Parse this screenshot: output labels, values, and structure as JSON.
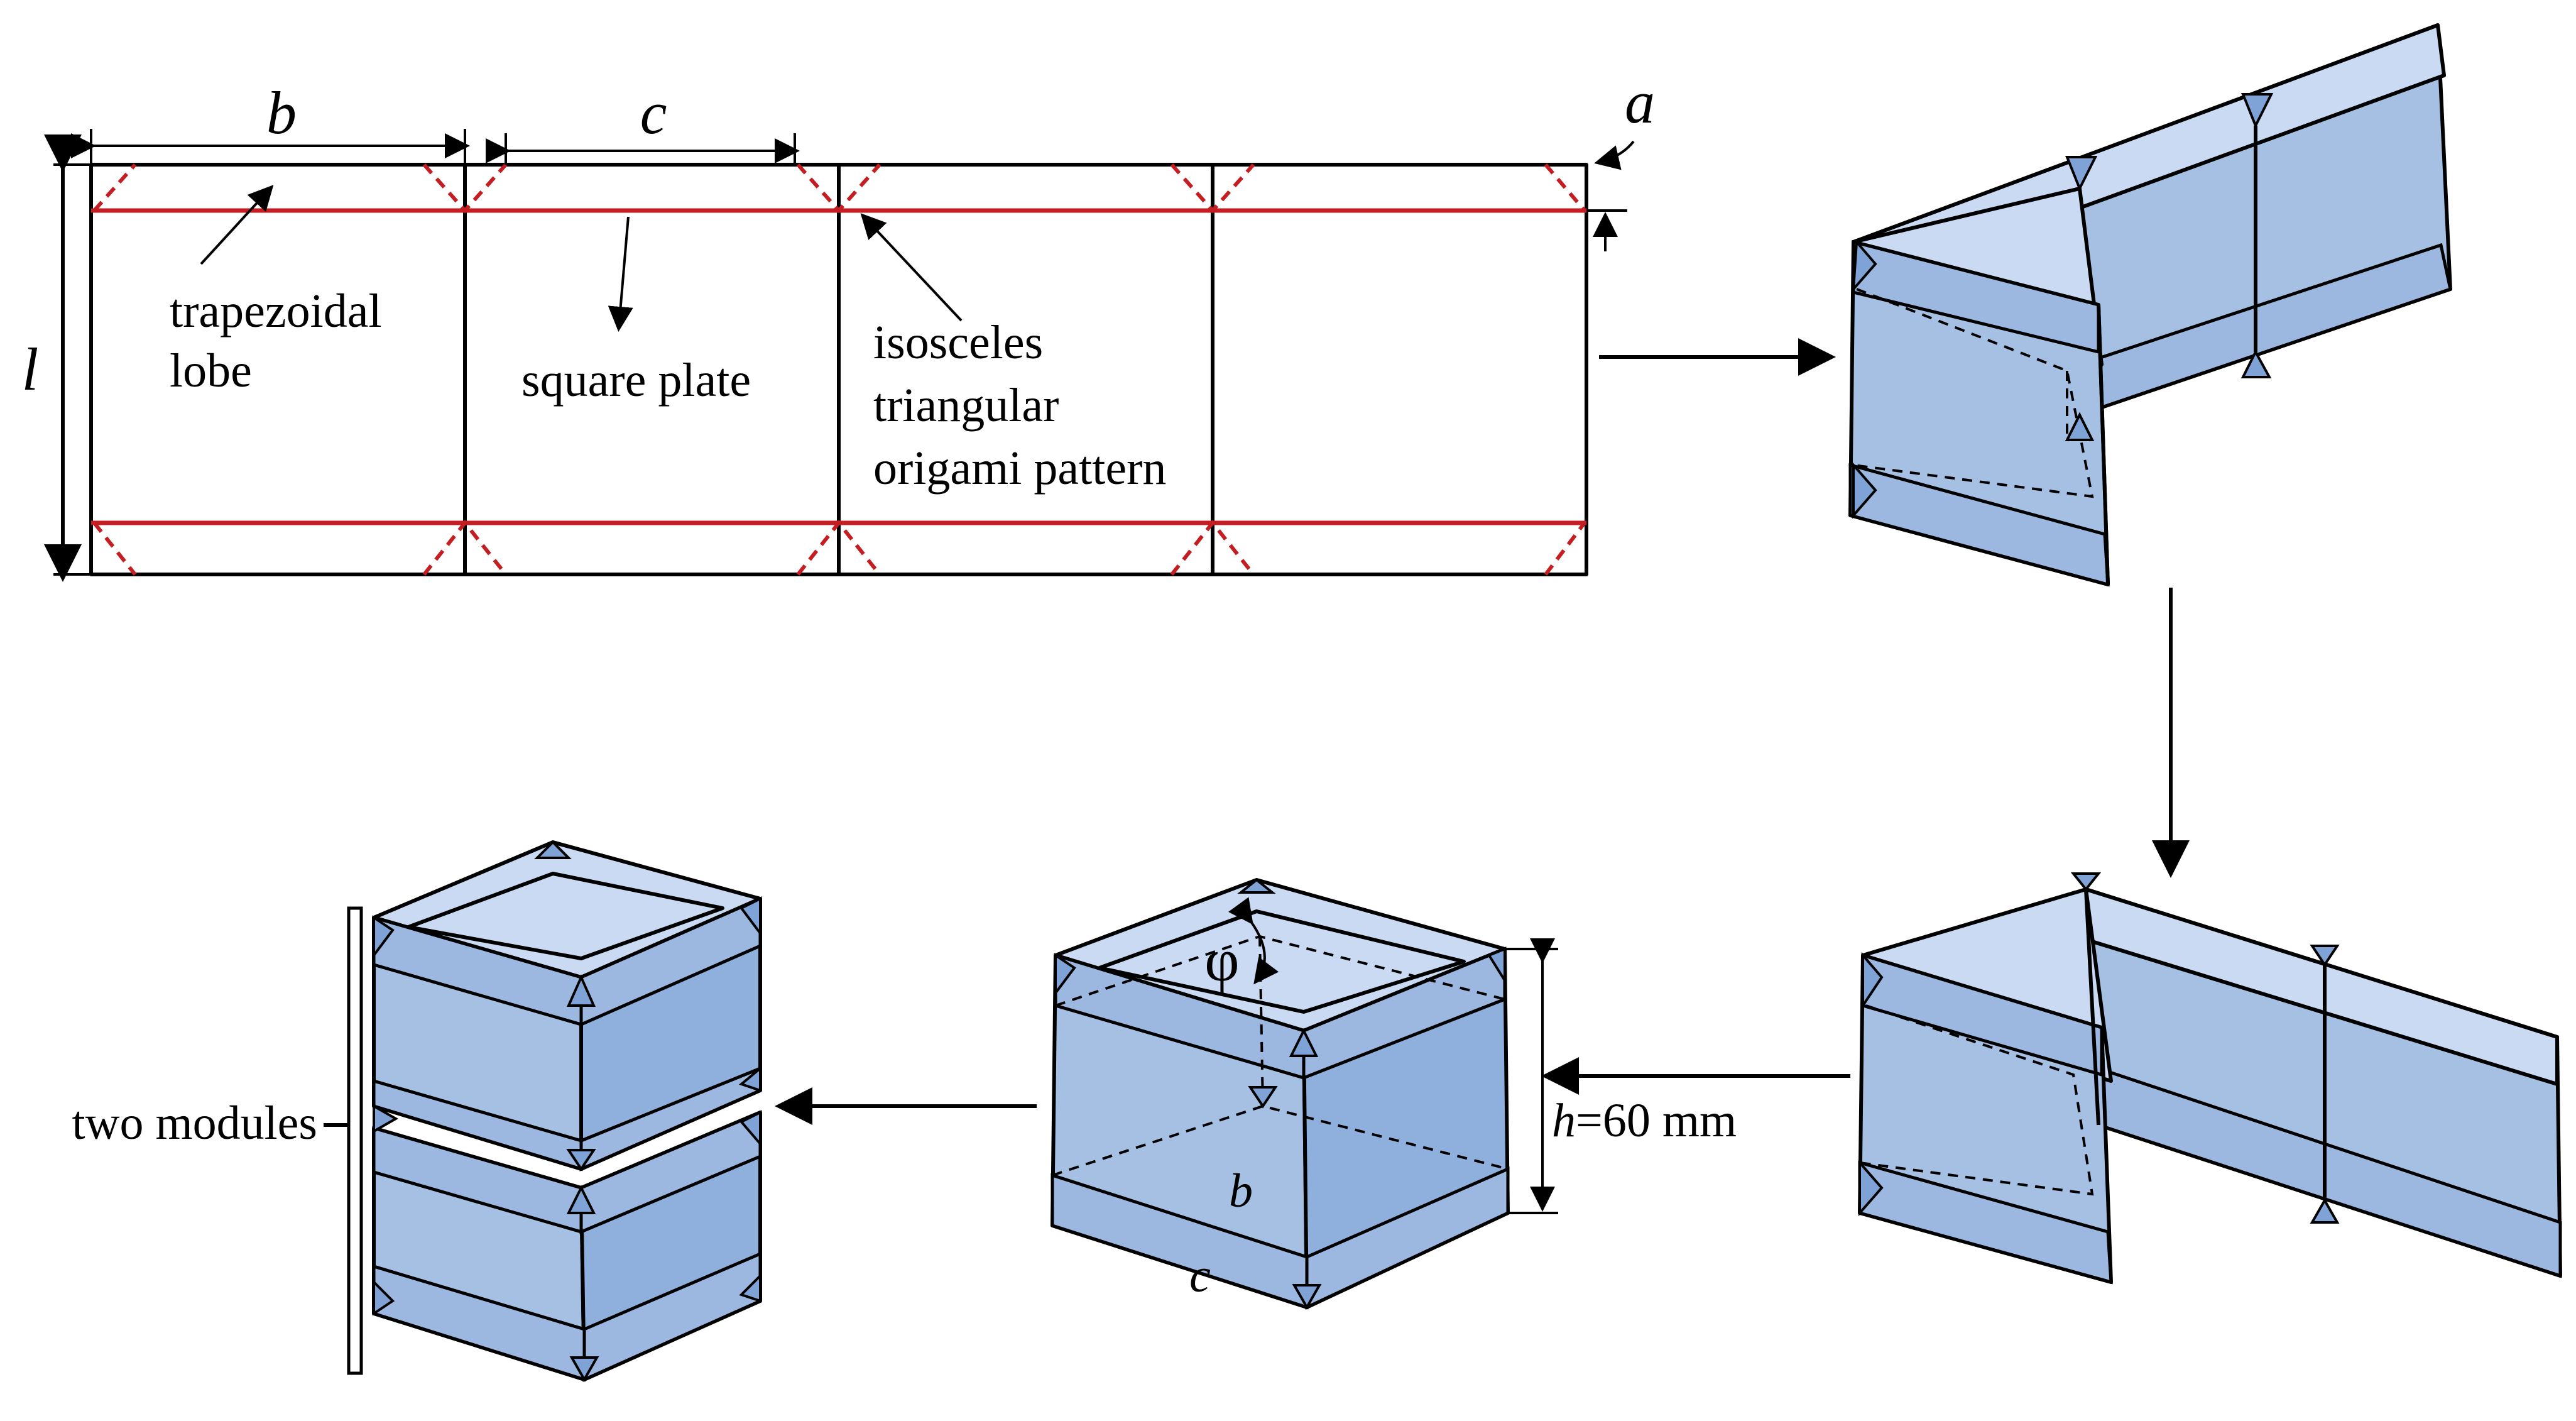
{
  "labels": {
    "b_top": "b",
    "c_top": "c",
    "a": "a",
    "l": "l",
    "trapezoidal_lobe_1": "trapezoidal",
    "trapezoidal_lobe_2": "lobe",
    "square_plate": "square plate",
    "isosceles_1": "isosceles",
    "isosceles_2": "triangular",
    "isosceles_3": "origami pattern",
    "phi": "φ",
    "h_var": "h",
    "h_value": "=60 mm",
    "b_cube": "b",
    "c_cube": "c",
    "two_modules": "two modules"
  },
  "colors": {
    "fold_line": "#c41e22",
    "panel_fill": "#a6c0e4",
    "panel_fill_light": "#c9daf2",
    "outline": "#000000"
  }
}
